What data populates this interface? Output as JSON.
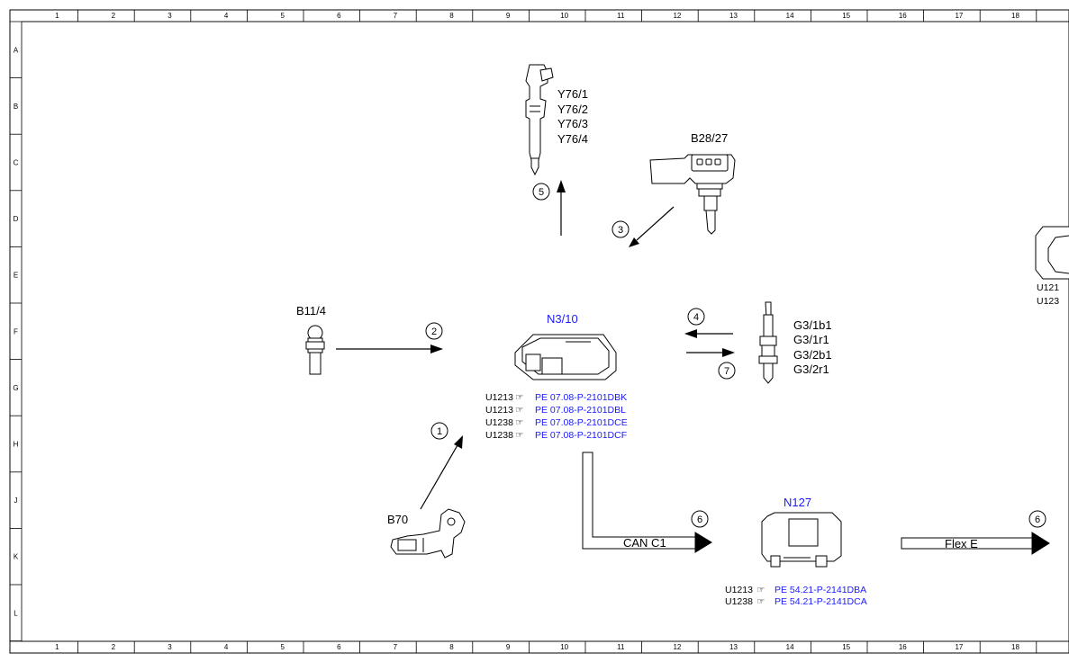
{
  "grid": {
    "columns": [
      "1",
      "2",
      "3",
      "4",
      "5",
      "6",
      "7",
      "8",
      "9",
      "10",
      "11",
      "12",
      "13",
      "14",
      "15",
      "16",
      "17",
      "18"
    ],
    "rows": [
      "A",
      "B",
      "C",
      "D",
      "E",
      "F",
      "G",
      "H",
      "J",
      "K",
      "L"
    ]
  },
  "components": {
    "injectors": [
      "Y76/1",
      "Y76/2",
      "Y76/3",
      "Y76/4"
    ],
    "pressure_sensor": "B28/27",
    "temp_sensor": "B11/4",
    "crank_sensor": "B70",
    "ecu": "N3/10",
    "o2_sensors": [
      "G3/1b1",
      "G3/1r1",
      "G3/2b1",
      "G3/2r1"
    ],
    "module": "N127",
    "partial": [
      "U121",
      "U123"
    ]
  },
  "steps": [
    "1",
    "2",
    "3",
    "4",
    "5",
    "6",
    "7",
    "6"
  ],
  "ecu_refs": [
    {
      "code": "U1213",
      "link": "PE 07.08-P-2101DBK"
    },
    {
      "code": "U1213",
      "link": "PE 07.08-P-2101DBL"
    },
    {
      "code": "U1238",
      "link": "PE 07.08-P-2101DCE"
    },
    {
      "code": "U1238",
      "link": "PE 07.08-P-2101DCF"
    }
  ],
  "module_refs": [
    {
      "code": "U1213",
      "link": "PE 54.21-P-2141DBA"
    },
    {
      "code": "U1238",
      "link": "PE 54.21-P-2141DCA"
    }
  ],
  "bus": {
    "can": "CAN C1",
    "flex": "Flex E"
  },
  "colors": {
    "link": "#1a1aff",
    "line": "#000000"
  }
}
